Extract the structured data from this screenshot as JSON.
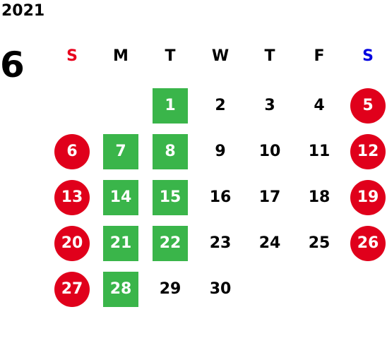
{
  "year": "2021",
  "month": "6",
  "colors": {
    "sunday_header": "#e8001c",
    "saturday_header": "#0000e0",
    "weekday_header": "#000000",
    "holiday_circle": "#e0001b",
    "green_square": "#3ab54a",
    "plain_text": "#000000",
    "marked_text": "#ffffff"
  },
  "weekdays": [
    "S",
    "M",
    "T",
    "W",
    "T",
    "F",
    "S"
  ],
  "weeks": [
    [
      {
        "day": "",
        "mark": "none"
      },
      {
        "day": "",
        "mark": "none"
      },
      {
        "day": "1",
        "mark": "green"
      },
      {
        "day": "2",
        "mark": "none"
      },
      {
        "day": "3",
        "mark": "none"
      },
      {
        "day": "4",
        "mark": "none"
      },
      {
        "day": "5",
        "mark": "red"
      }
    ],
    [
      {
        "day": "6",
        "mark": "red"
      },
      {
        "day": "7",
        "mark": "green"
      },
      {
        "day": "8",
        "mark": "green"
      },
      {
        "day": "9",
        "mark": "none"
      },
      {
        "day": "10",
        "mark": "none"
      },
      {
        "day": "11",
        "mark": "none"
      },
      {
        "day": "12",
        "mark": "red"
      }
    ],
    [
      {
        "day": "13",
        "mark": "red"
      },
      {
        "day": "14",
        "mark": "green"
      },
      {
        "day": "15",
        "mark": "green"
      },
      {
        "day": "16",
        "mark": "none"
      },
      {
        "day": "17",
        "mark": "none"
      },
      {
        "day": "18",
        "mark": "none"
      },
      {
        "day": "19",
        "mark": "red"
      }
    ],
    [
      {
        "day": "20",
        "mark": "red"
      },
      {
        "day": "21",
        "mark": "green"
      },
      {
        "day": "22",
        "mark": "green"
      },
      {
        "day": "23",
        "mark": "none"
      },
      {
        "day": "24",
        "mark": "none"
      },
      {
        "day": "25",
        "mark": "none"
      },
      {
        "day": "26",
        "mark": "red"
      }
    ],
    [
      {
        "day": "27",
        "mark": "red"
      },
      {
        "day": "28",
        "mark": "green"
      },
      {
        "day": "29",
        "mark": "none"
      },
      {
        "day": "30",
        "mark": "none"
      },
      {
        "day": "",
        "mark": "none"
      },
      {
        "day": "",
        "mark": "none"
      },
      {
        "day": "",
        "mark": "none"
      }
    ]
  ]
}
